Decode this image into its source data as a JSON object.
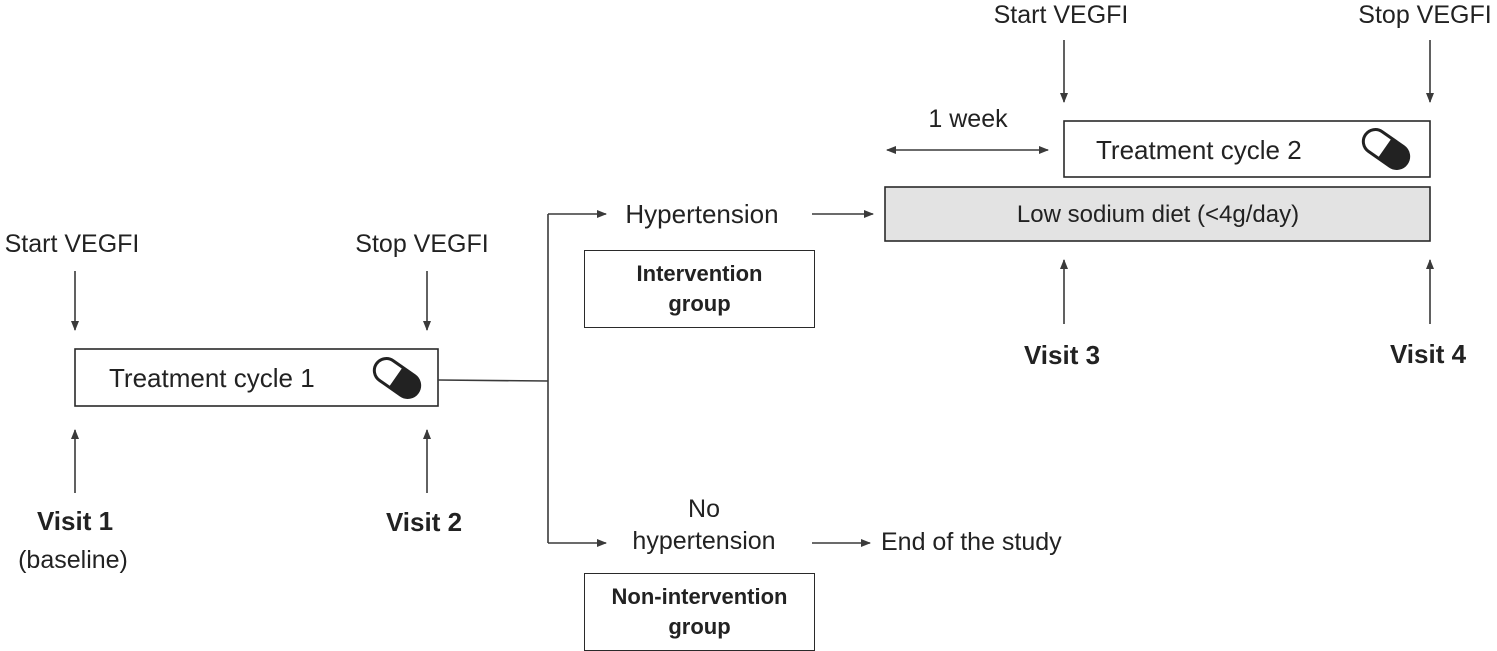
{
  "labels": {
    "start_vegfi_1": "Start VEGFI",
    "stop_vegfi_1": "Stop VEGFI",
    "start_vegfi_2": "Start VEGFI",
    "stop_vegfi_2": "Stop VEGFI",
    "one_week": "1 week",
    "hypertension": "Hypertension",
    "no_hypertension_line1": "No",
    "no_hypertension_line2": "hypertension",
    "end_of_study": "End of the study"
  },
  "boxes": {
    "treatment_cycle_1": "Treatment cycle 1",
    "treatment_cycle_2": "Treatment cycle 2",
    "low_sodium_diet": "Low sodium diet (<4g/day)",
    "intervention_group_line1": "Intervention",
    "intervention_group_line2": "group",
    "non_intervention_group_line1": "Non-intervention",
    "non_intervention_group_line2": "group"
  },
  "visits": {
    "visit1": "Visit 1",
    "visit1_note": "(baseline)",
    "visit2": "Visit 2",
    "visit3": "Visit 3",
    "visit4": "Visit 4"
  },
  "icons": {
    "pill_icon": "capsule-pill"
  },
  "colors": {
    "line": "#3a3a3a",
    "box_fill": "#ffffff",
    "diet_fill": "#e3e3e3",
    "text": "#222222"
  }
}
